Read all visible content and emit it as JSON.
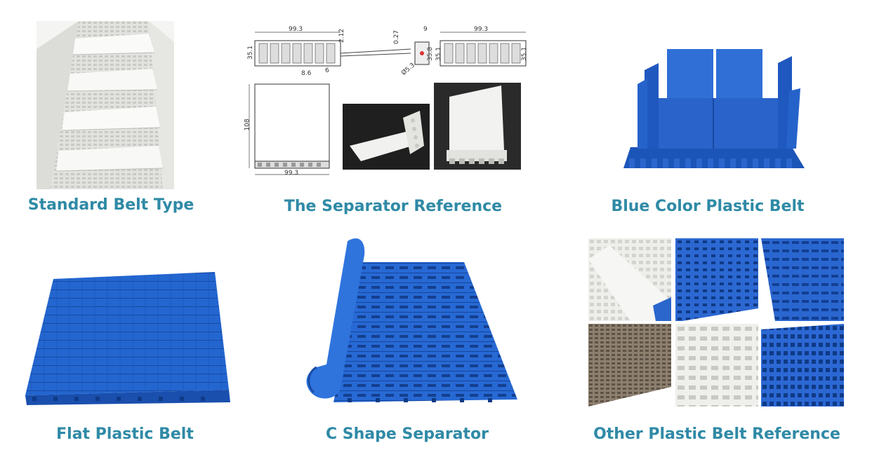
{
  "captions": {
    "standard": "Standard Belt Type",
    "separator_ref": "The Separator Reference",
    "blue_color": "Blue Color Plastic Belt",
    "flat": "Flat Plastic Belt",
    "c_shape": "C Shape Separator",
    "other": "Other Plastic Belt Reference"
  },
  "drawing": {
    "width_a": "99.3",
    "height_a": "35.1",
    "gap": "2.12",
    "thick": "0.27",
    "top_small": "9",
    "width_b": "99.3",
    "height_b1": "35.8",
    "height_b2": "35.1",
    "height_b3": "35.1",
    "pitch": "8.6",
    "tab": "6",
    "hole": "Ø5.3",
    "panel_height": "108",
    "panel_width": "99.3"
  },
  "colors": {
    "caption": "#2f8aa6",
    "belt_blue": "#1f5fc4",
    "belt_white": "#ececea",
    "belt_brown": "#8a7a68"
  }
}
